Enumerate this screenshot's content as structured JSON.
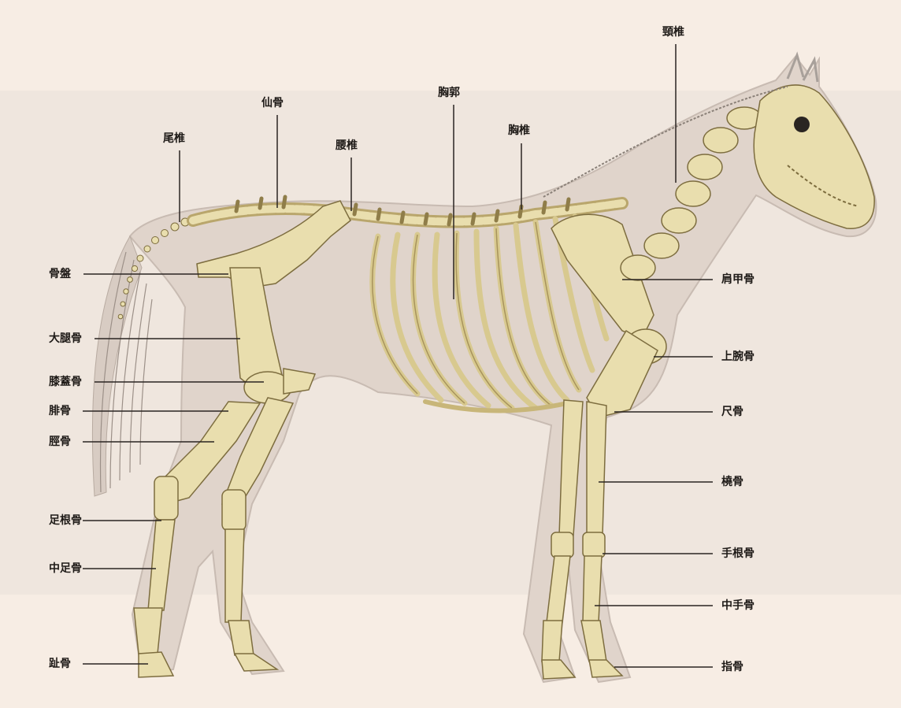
{
  "diagram": {
    "labels": {
      "cervical": "頸椎",
      "thorax": "胸郭",
      "sacrum": "仙骨",
      "thoracic": "胸椎",
      "caudal": "尾椎",
      "lumbar": "腰椎",
      "pelvis": "骨盤",
      "femur": "大腿骨",
      "patella": "膝蓋骨",
      "fibula": "腓骨",
      "tibia": "脛骨",
      "tarsus": "足根骨",
      "metatarsus": "中足骨",
      "phalanx_hind": "趾骨",
      "scapula": "肩甲骨",
      "humerus": "上腕骨",
      "ulna": "尺骨",
      "radius": "橈骨",
      "carpus": "手根骨",
      "metacarpus": "中手骨",
      "phalanx_fore": "指骨"
    },
    "colors": {
      "background": "#f7ede4",
      "silhouette": "#e0d4cb",
      "bone": "#e9deae",
      "bone_shade": "#b9a66c",
      "leader_line": "#2a2522"
    }
  }
}
